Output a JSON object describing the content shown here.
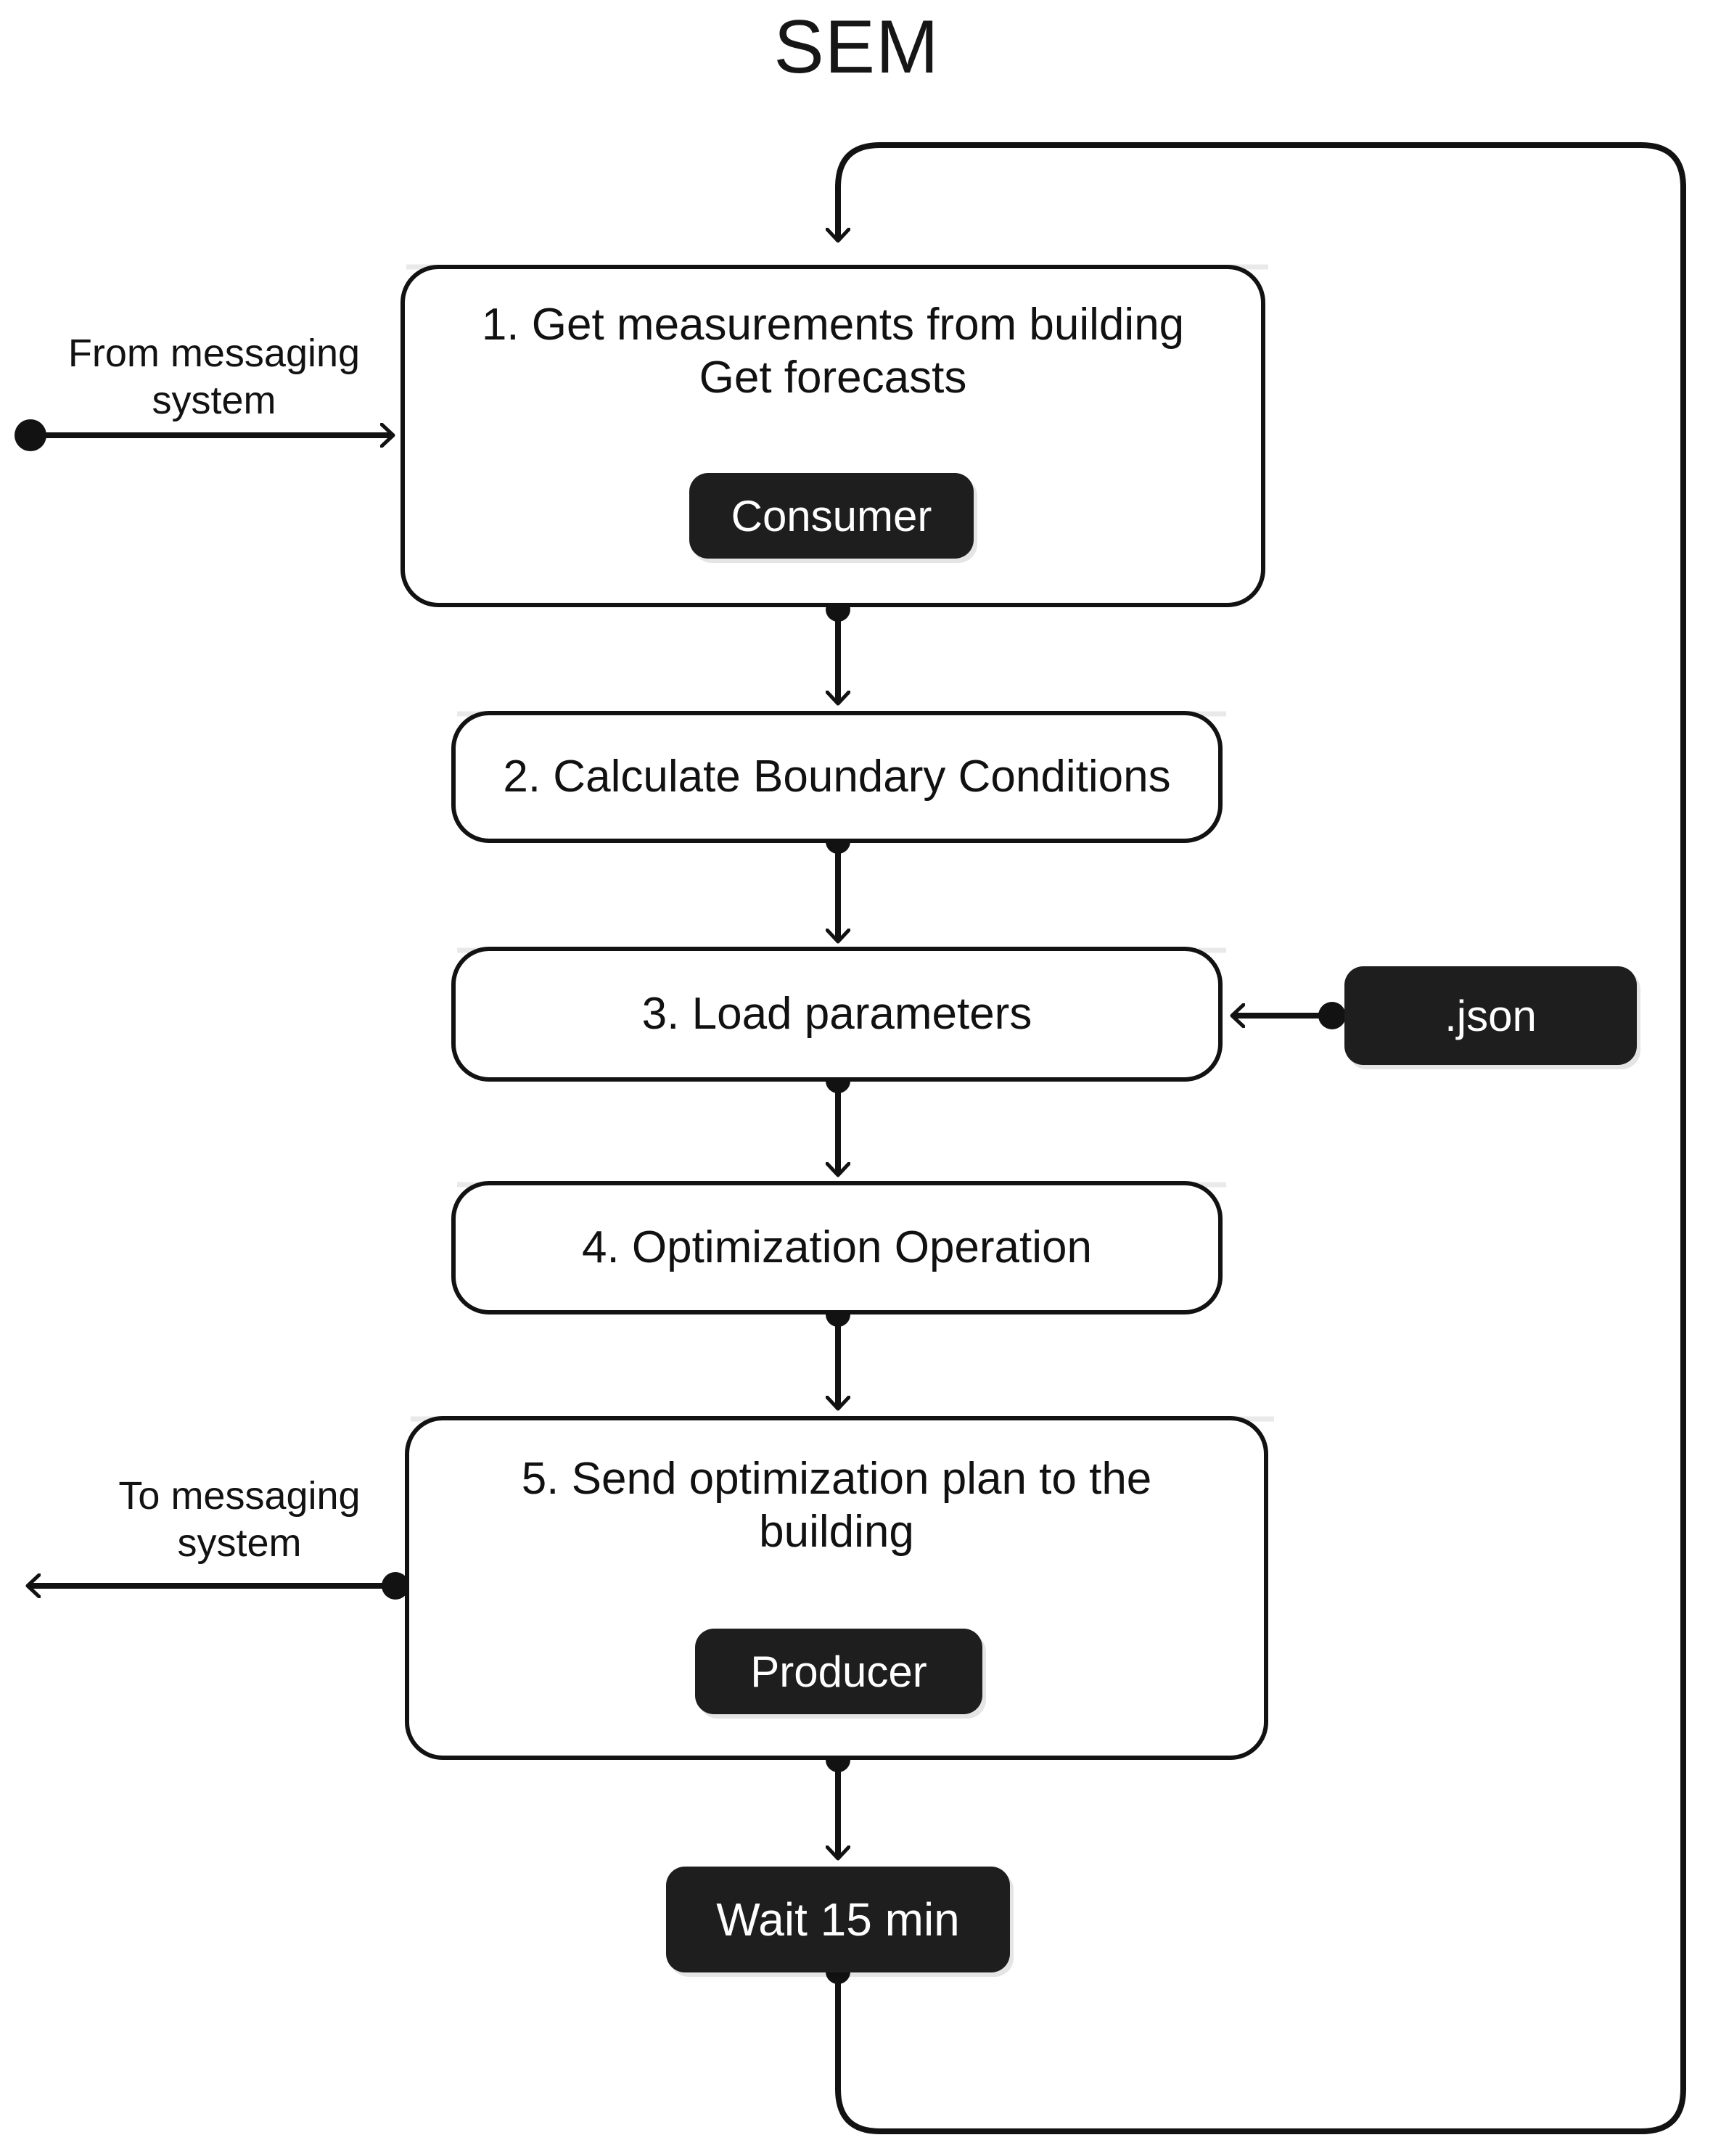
{
  "title": "SEM",
  "colors": {
    "stroke": "#121212",
    "chip_bg": "#1e1e1e",
    "chip_text": "#ffffff",
    "box_bg": "#ffffff",
    "page_bg": "#ffffff"
  },
  "steps": [
    {
      "id": "step-1",
      "label": "1. Get measurements from building\nGet forecasts",
      "chip": "Consumer"
    },
    {
      "id": "step-2",
      "label": "2. Calculate Boundary Conditions",
      "chip": null
    },
    {
      "id": "step-3",
      "label": "3. Load parameters",
      "chip": null
    },
    {
      "id": "step-4",
      "label": "4. Optimization Operation",
      "chip": null
    },
    {
      "id": "step-5",
      "label": "5. Send optimization plan to the\nbuilding",
      "chip": "Producer"
    }
  ],
  "terminals": {
    "wait": "Wait 15 min",
    "json_source": ".json"
  },
  "edge_labels": {
    "input": "From messaging\nsystem",
    "output": "To messaging\nsystem"
  },
  "chart_data": {
    "type": "flowchart",
    "title": "SEM",
    "nodes": [
      {
        "id": "start-in",
        "kind": "start-dot",
        "label": ""
      },
      {
        "id": "step-1",
        "kind": "process",
        "label": "1. Get measurements from building Get forecasts",
        "badge": "Consumer"
      },
      {
        "id": "step-2",
        "kind": "process",
        "label": "2. Calculate Boundary Conditions"
      },
      {
        "id": "step-3",
        "kind": "process",
        "label": "3. Load parameters"
      },
      {
        "id": "json",
        "kind": "data",
        "label": ".json"
      },
      {
        "id": "step-4",
        "kind": "process",
        "label": "4. Optimization Operation"
      },
      {
        "id": "step-5",
        "kind": "process",
        "label": "5. Send optimization plan to the building",
        "badge": "Producer"
      },
      {
        "id": "wait",
        "kind": "delay",
        "label": "Wait 15 min"
      },
      {
        "id": "end-out",
        "kind": "end-arrow",
        "label": ""
      }
    ],
    "edges": [
      {
        "from": "start-in",
        "to": "step-1",
        "label": "From messaging system",
        "direction": "right"
      },
      {
        "from": "step-1",
        "to": "step-2",
        "direction": "down"
      },
      {
        "from": "step-2",
        "to": "step-3",
        "direction": "down"
      },
      {
        "from": "json",
        "to": "step-3",
        "direction": "left"
      },
      {
        "from": "step-3",
        "to": "step-4",
        "direction": "down"
      },
      {
        "from": "step-4",
        "to": "step-5",
        "direction": "down"
      },
      {
        "from": "step-5",
        "to": "end-out",
        "label": "To messaging system",
        "direction": "left"
      },
      {
        "from": "step-5",
        "to": "wait",
        "direction": "down"
      },
      {
        "from": "wait",
        "to": "step-1",
        "direction": "loop-right",
        "label": ""
      }
    ]
  }
}
